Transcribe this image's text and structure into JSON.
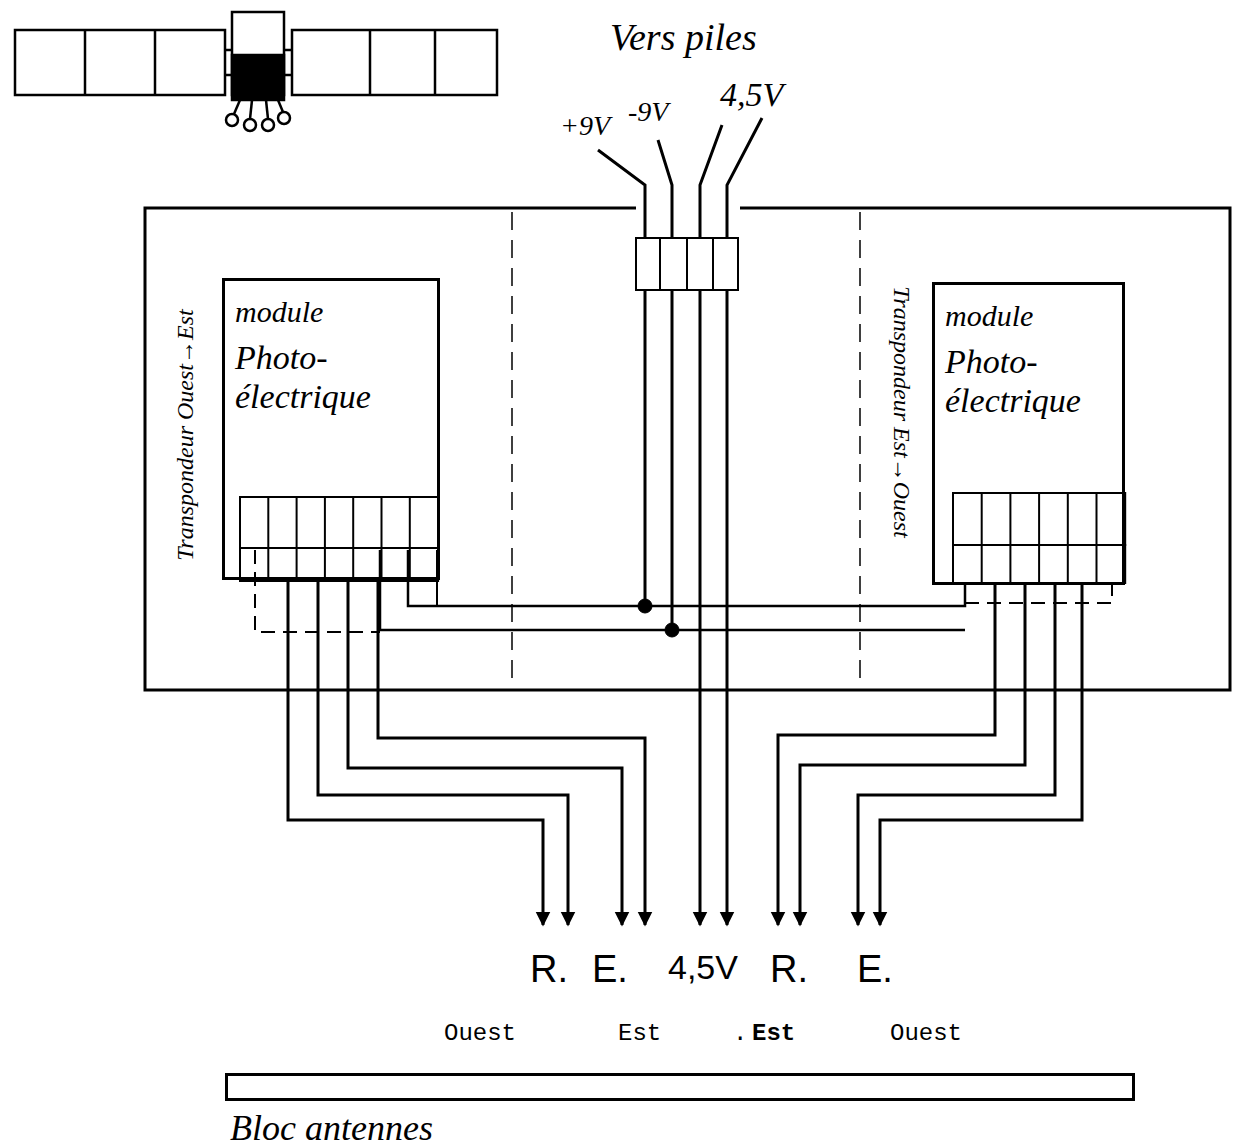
{
  "diagram": {
    "nodes": [
      {
        "text": [
          "module",
          "Photo- électrique"
        ]
      },
      {
        "text": [
          "module",
          "Photo- électrique"
        ]
      },
      {
        "text": [
          "Bloc antennes"
        ]
      }
    ],
    "edges": [
      {
        "from": 0,
        "to": 2,
        "arrow": "to"
      },
      {
        "from": 0,
        "to": 2,
        "arrow": "to"
      },
      {
        "from": 0,
        "to": 2,
        "arrow": "to"
      },
      {
        "from": 0,
        "to": 2,
        "arrow": "to"
      },
      {
        "from": 1,
        "to": 2,
        "arrow": "to"
      },
      {
        "from": 1,
        "to": 2,
        "arrow": "to"
      },
      {
        "from": 1,
        "to": 2,
        "arrow": "to"
      },
      {
        "from": 1,
        "to": 2,
        "arrow": "to"
      }
    ],
    "labels": [
      "Vers piles",
      "+9V",
      "-9V",
      "4,5V",
      "Transpondeur Ouest→Est",
      "Transpondeur Est→Ouest",
      "R.",
      "E.",
      "4,5V",
      "R.",
      "E.",
      "Ouest",
      "Est",
      ".",
      "Est",
      "Ouest"
    ]
  }
}
